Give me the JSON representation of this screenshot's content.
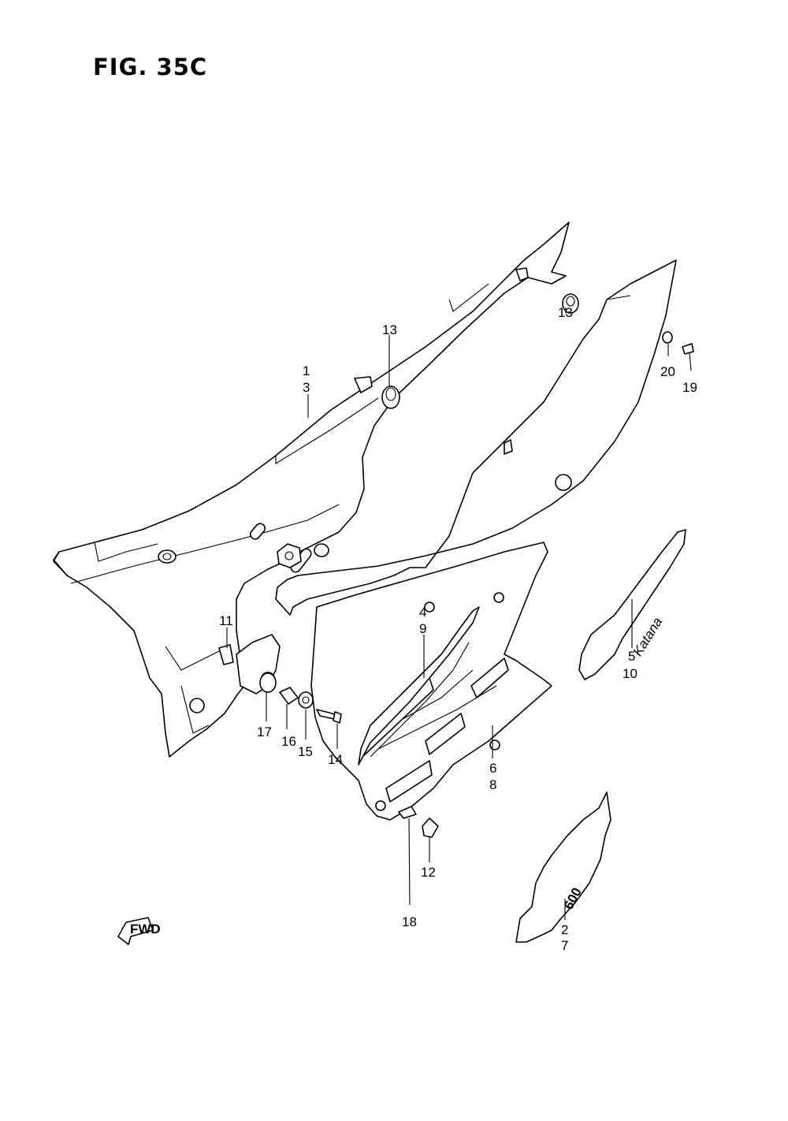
{
  "figure": {
    "title": "FIG. 35C"
  },
  "direction": {
    "label": "FWD"
  },
  "decals": {
    "kayano": "Katana",
    "model": "600"
  },
  "callouts": [
    {
      "id": "c1",
      "lines": [
        "1",
        "3"
      ]
    },
    {
      "id": "c13a",
      "lines": [
        "13"
      ]
    },
    {
      "id": "c13b",
      "lines": [
        "13"
      ]
    },
    {
      "id": "c20",
      "lines": [
        "20"
      ]
    },
    {
      "id": "c19",
      "lines": [
        "19"
      ]
    },
    {
      "id": "c11",
      "lines": [
        "11"
      ]
    },
    {
      "id": "c4",
      "lines": [
        "4",
        "9"
      ]
    },
    {
      "id": "c5",
      "lines": [
        "5",
        "10"
      ]
    },
    {
      "id": "c17",
      "lines": [
        "17"
      ]
    },
    {
      "id": "c16",
      "lines": [
        "16"
      ]
    },
    {
      "id": "c15",
      "lines": [
        "15"
      ]
    },
    {
      "id": "c14",
      "lines": [
        "14"
      ]
    },
    {
      "id": "c6",
      "lines": [
        "6",
        "8"
      ]
    },
    {
      "id": "c12",
      "lines": [
        "12"
      ]
    },
    {
      "id": "c18",
      "lines": [
        "18"
      ]
    },
    {
      "id": "c2",
      "lines": [
        "2",
        "7"
      ]
    }
  ]
}
